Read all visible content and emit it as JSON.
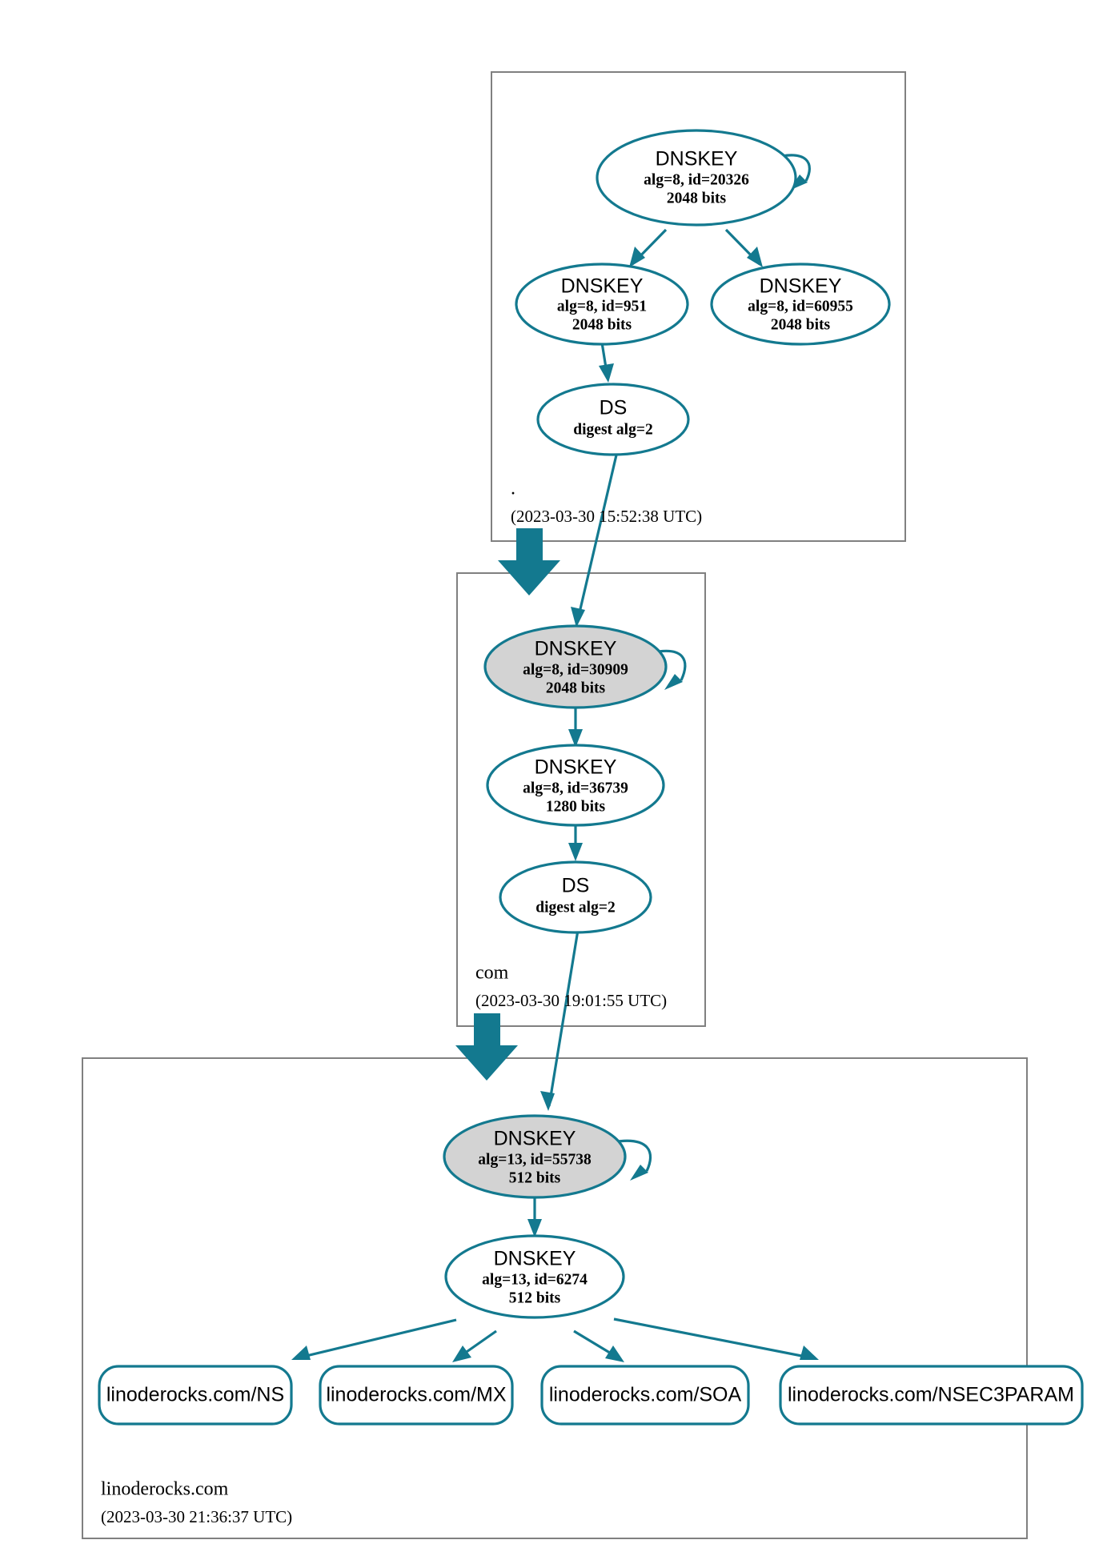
{
  "diagram": {
    "title": "DNSSEC authentication chain for linoderocks.com",
    "colors": {
      "edge": "#13798f",
      "node_stroke": "#13798f",
      "secure_key_fill": "#d3d3d3",
      "zone_border": "#808080",
      "background": "#ffffff"
    }
  },
  "zones": [
    {
      "id": "root",
      "name": ".",
      "timestamp": "(2023-03-30 15:52:38 UTC)",
      "nodes": [
        {
          "id": "root-ksk",
          "type": "DNSKEY",
          "title": "DNSKEY",
          "detail1": "alg=8, id=20326",
          "detail2": "2048 bits",
          "alg": "8",
          "key_id": "20326",
          "key_size": "2048 bits",
          "trust_anchor": true,
          "self_signed": true
        },
        {
          "id": "root-zsk-951",
          "type": "DNSKEY",
          "title": "DNSKEY",
          "detail1": "alg=8, id=951",
          "detail2": "2048 bits",
          "alg": "8",
          "key_id": "951",
          "key_size": "2048 bits",
          "trust_anchor": false,
          "self_signed": false
        },
        {
          "id": "root-zsk-60955",
          "type": "DNSKEY",
          "title": "DNSKEY",
          "detail1": "alg=8, id=60955",
          "detail2": "2048 bits",
          "alg": "8",
          "key_id": "60955",
          "key_size": "2048 bits",
          "trust_anchor": false,
          "self_signed": false
        },
        {
          "id": "root-ds",
          "type": "DS",
          "title": "DS",
          "detail1": "digest alg=2",
          "detail2": "",
          "digest_alg": "2"
        }
      ]
    },
    {
      "id": "com",
      "name": "com",
      "timestamp": "(2023-03-30 19:01:55 UTC)",
      "nodes": [
        {
          "id": "com-ksk",
          "type": "DNSKEY",
          "title": "DNSKEY",
          "detail1": "alg=8, id=30909",
          "detail2": "2048 bits",
          "alg": "8",
          "key_id": "30909",
          "key_size": "2048 bits",
          "trust_anchor": false,
          "self_signed": true
        },
        {
          "id": "com-zsk",
          "type": "DNSKEY",
          "title": "DNSKEY",
          "detail1": "alg=8, id=36739",
          "detail2": "1280 bits",
          "alg": "8",
          "key_id": "36739",
          "key_size": "1280 bits",
          "trust_anchor": false,
          "self_signed": false
        },
        {
          "id": "com-ds",
          "type": "DS",
          "title": "DS",
          "detail1": "digest alg=2",
          "detail2": "",
          "digest_alg": "2"
        }
      ]
    },
    {
      "id": "linoderocks",
      "name": "linoderocks.com",
      "timestamp": "(2023-03-30 21:36:37 UTC)",
      "nodes": [
        {
          "id": "lr-ksk",
          "type": "DNSKEY",
          "title": "DNSKEY",
          "detail1": "alg=13, id=55738",
          "detail2": "512 bits",
          "alg": "13",
          "key_id": "55738",
          "key_size": "512 bits",
          "trust_anchor": false,
          "self_signed": true
        },
        {
          "id": "lr-zsk",
          "type": "DNSKEY",
          "title": "DNSKEY",
          "detail1": "alg=13, id=6274",
          "detail2": "512 bits",
          "alg": "13",
          "key_id": "6274",
          "key_size": "512 bits",
          "trust_anchor": false,
          "self_signed": false
        }
      ],
      "rrsets": [
        {
          "id": "rrset-ns",
          "label": "linoderocks.com/NS"
        },
        {
          "id": "rrset-mx",
          "label": "linoderocks.com/MX"
        },
        {
          "id": "rrset-soa",
          "label": "linoderocks.com/SOA"
        },
        {
          "id": "rrset-nsec3param",
          "label": "linoderocks.com/NSEC3PARAM"
        }
      ]
    }
  ]
}
